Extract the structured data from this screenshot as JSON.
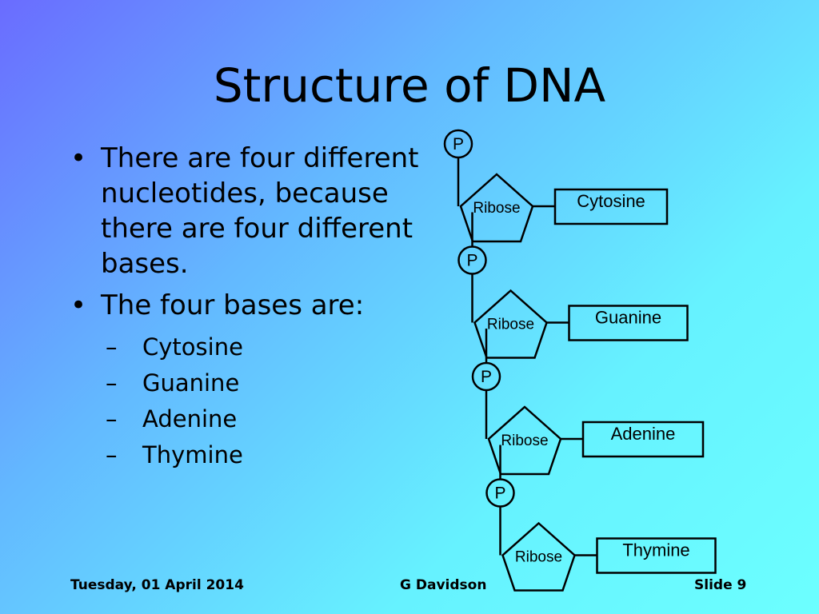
{
  "slide": {
    "title": "Structure of DNA",
    "bullets": [
      "There are four different nucleotides, because there are four different bases.",
      "The four bases are:"
    ],
    "bases": [
      "Cytosine",
      "Guanine",
      "Adenine",
      "Thymine"
    ]
  },
  "diagram": {
    "nucleotides": [
      {
        "phosphate": "P",
        "sugar": "Ribose",
        "base": "Cytosine"
      },
      {
        "phosphate": "P",
        "sugar": "Ribose",
        "base": "Guanine"
      },
      {
        "phosphate": "P",
        "sugar": "Ribose",
        "base": "Adenine"
      },
      {
        "phosphate": "P",
        "sugar": "Ribose",
        "base": "Thymine"
      }
    ]
  },
  "footer": {
    "date": "Tuesday, 01 April 2014",
    "author": "G Davidson",
    "slide": "Slide 9"
  }
}
